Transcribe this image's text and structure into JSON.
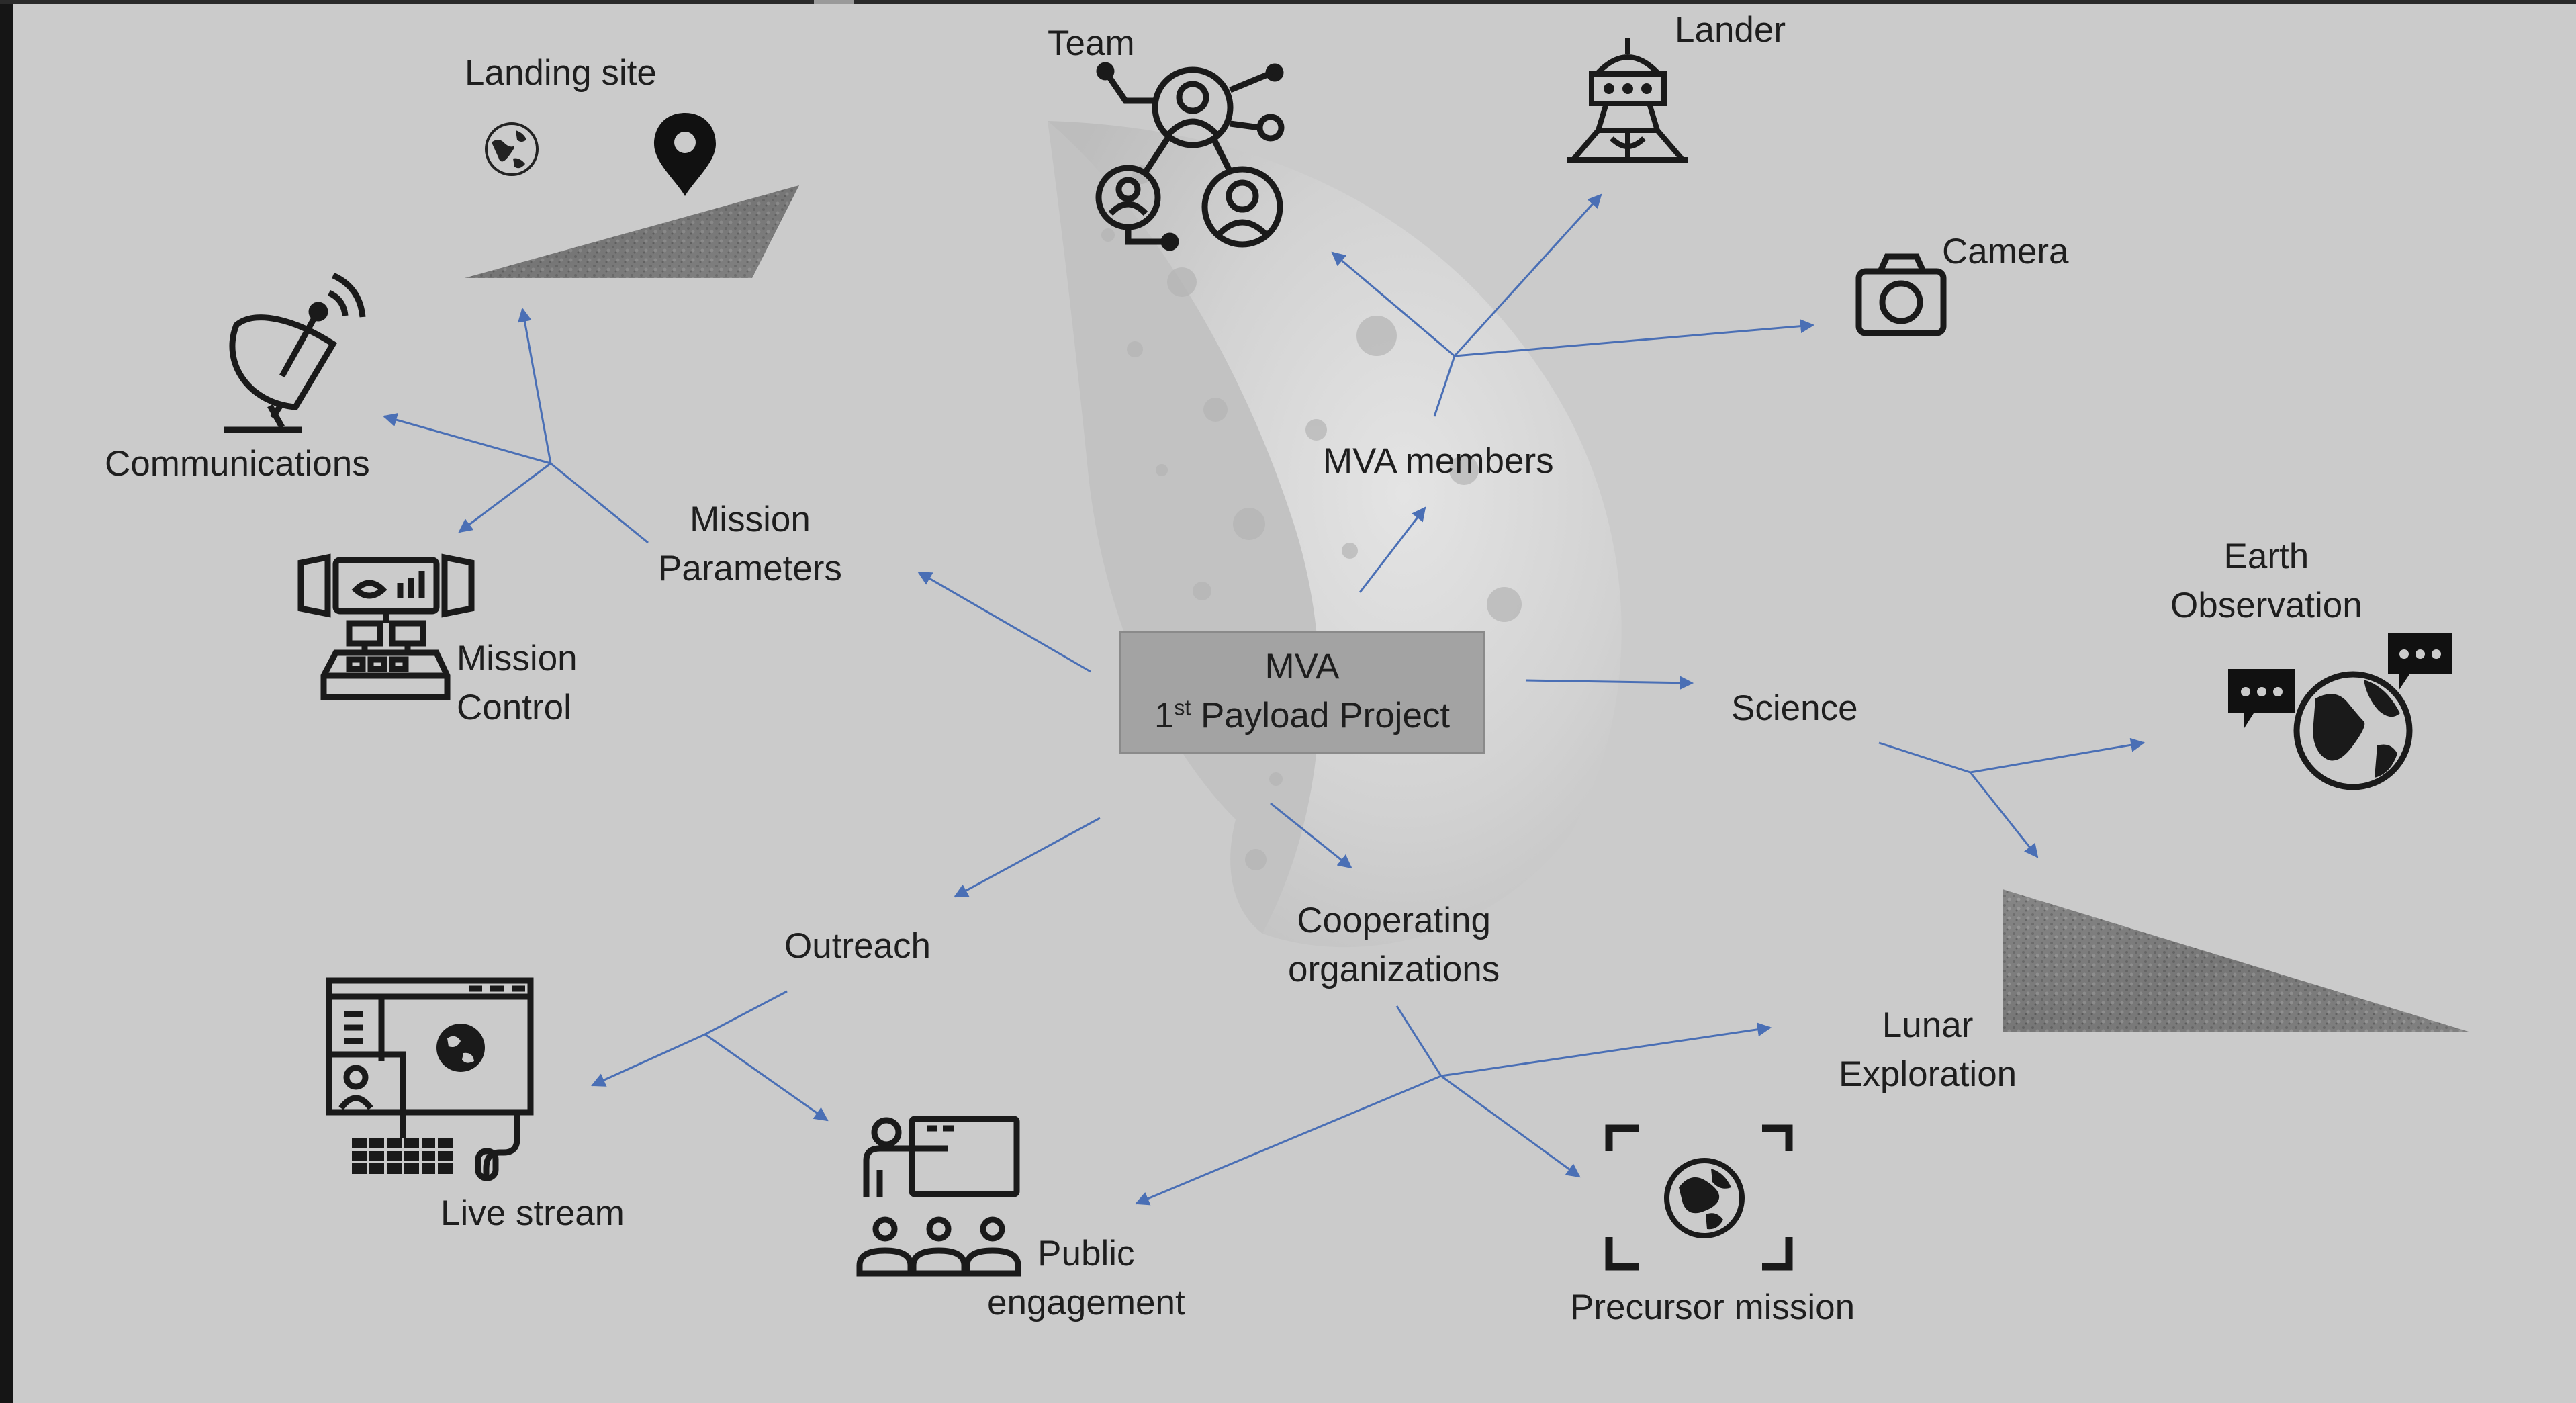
{
  "center": {
    "line1": "MVA",
    "line2_sup": "st",
    "line2_prefix": "1",
    "line2_rest": " Payload Project"
  },
  "labels": {
    "landing_site": "Landing site",
    "team": "Team",
    "lander": "Lander",
    "camera": "Camera",
    "mva_members": "MVA members",
    "communications": "Communications",
    "mission_parameters_1": "Mission",
    "mission_parameters_2": "Parameters",
    "mission_control_1": "Mission",
    "mission_control_2": "Control",
    "earth_observation_1": "Earth",
    "earth_observation_2": "Observation",
    "science": "Science",
    "outreach": "Outreach",
    "cooperating_1": "Cooperating",
    "cooperating_2": "organizations",
    "lunar_exploration_1": "Lunar",
    "lunar_exploration_2": "Exploration",
    "live_stream": "Live stream",
    "public_engagement_1": "Public",
    "public_engagement_2": "engagement",
    "precursor_mission": "Precursor mission"
  },
  "icons": [
    "globe-icon",
    "location-pin-icon",
    "terrain-image",
    "team-network-icon",
    "lander-icon",
    "camera-icon",
    "satellite-dish-icon",
    "mission-control-icon",
    "earth-chat-icon",
    "lunar-surface-image",
    "live-stream-icon",
    "public-engagement-icon",
    "precursor-globe-icon",
    "moon-image"
  ],
  "colors": {
    "background": "#cbcbcb",
    "arrow": "#4a6fb5",
    "center_box": "#a3a3a3",
    "text": "#1e1e1e"
  }
}
